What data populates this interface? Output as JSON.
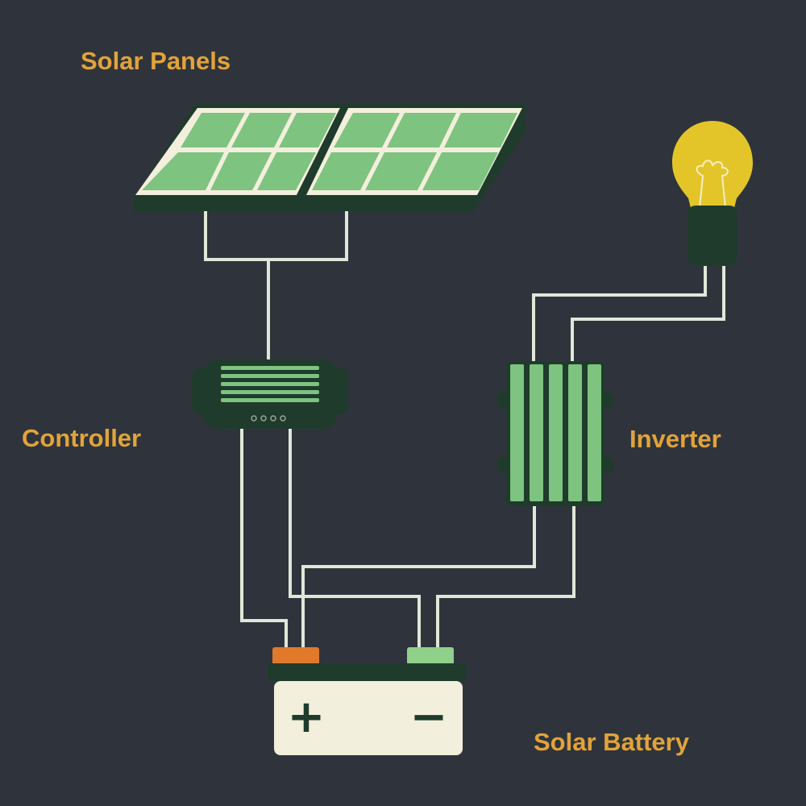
{
  "labels": {
    "solar_panels": "Solar Panels",
    "controller": "Controller",
    "inverter": "Inverter",
    "solar_battery": "Solar Battery"
  },
  "battery": {
    "positive_symbol": "+",
    "negative_symbol": "−"
  },
  "colors": {
    "background": "#2f343c",
    "label": "#e2a33a",
    "dark_green": "#1f3b2c",
    "light_green": "#7ec37f",
    "cream": "#f3efdd",
    "wire": "#dfe8d8",
    "bulb_yellow": "#e3c52a",
    "positive_terminal": "#e07a2a",
    "negative_terminal": "#8fd08a"
  },
  "icons": [
    "solar-panel-icon",
    "charge-controller-icon",
    "inverter-icon",
    "light-bulb-icon",
    "battery-icon"
  ]
}
